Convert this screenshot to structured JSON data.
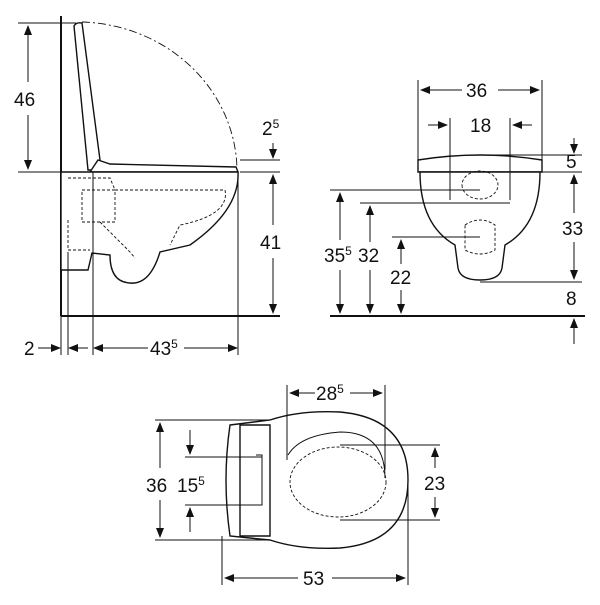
{
  "side_view": {
    "dims": {
      "lid_height": {
        "main": "46",
        "sup": ""
      },
      "seat_thickness": {
        "main": "2",
        "sup": "5"
      },
      "seat_height": {
        "main": "41",
        "sup": ""
      },
      "wall_offset": {
        "main": "2",
        "sup": ""
      },
      "projection": {
        "main": "43",
        "sup": "5"
      }
    }
  },
  "front_view": {
    "dims": {
      "width": {
        "main": "36",
        "sup": ""
      },
      "fixing_spacing": {
        "main": "18",
        "sup": ""
      },
      "seat_thickness": {
        "main": "5",
        "sup": ""
      },
      "bowl_height": {
        "main": "33",
        "sup": ""
      },
      "inlet_height": {
        "main": "35",
        "sup": "5"
      },
      "fixing_height": {
        "main": "32",
        "sup": ""
      },
      "outlet_height": {
        "main": "22",
        "sup": ""
      },
      "floor_clearance": {
        "main": "8",
        "sup": ""
      }
    }
  },
  "top_view": {
    "dims": {
      "opening_length": {
        "main": "28",
        "sup": "5"
      },
      "width": {
        "main": "36",
        "sup": ""
      },
      "fixing_spacing": {
        "main": "15",
        "sup": "5"
      },
      "opening_width": {
        "main": "23",
        "sup": ""
      },
      "length": {
        "main": "53",
        "sup": ""
      }
    }
  }
}
